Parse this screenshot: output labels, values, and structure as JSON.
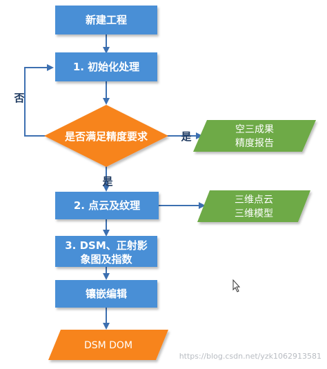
{
  "nodes": {
    "new_project": "新建工程",
    "step1": "1. 初始化处理",
    "decision": "是否满足精度要求",
    "step2": "2. 点云及纹理",
    "step3_line1": "3. DSM、正射影",
    "step3_line2": "象图及指数",
    "step4": "镶嵌编辑",
    "output_final": "DSM DOM",
    "output_aerial_line1": "空三成果",
    "output_aerial_line2": "精度报告",
    "output_3d_line1": "三维点云",
    "output_3d_line2": "三维模型"
  },
  "edges": {
    "no": "否",
    "yes_right": "是",
    "yes_down": "是"
  },
  "colors": {
    "process": "#4a8fd6",
    "decision": "#f7841f",
    "output_green": "#6eaa46",
    "output_orange": "#f7841f",
    "arrow": "#3c6fb0"
  },
  "watermark": "https://blog.csdn.net/yzk1062913581"
}
